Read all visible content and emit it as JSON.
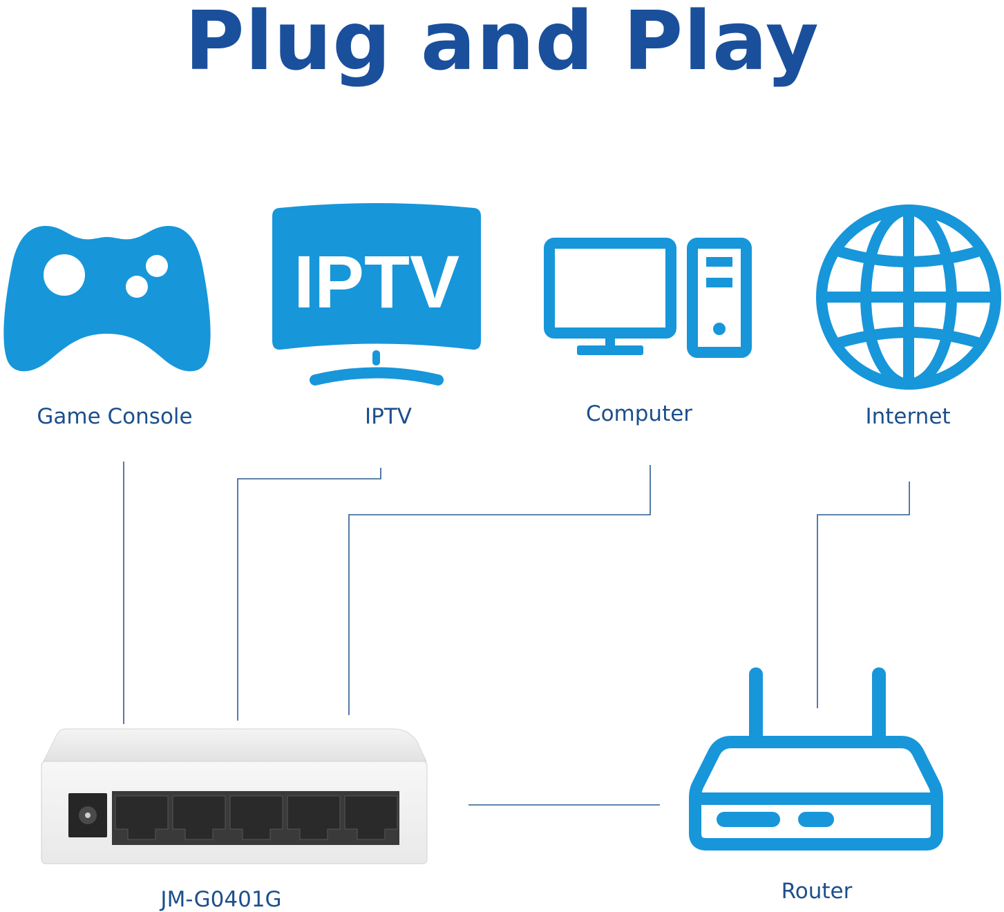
{
  "title": "Plug and Play",
  "colors": {
    "title": "#1a4f9c",
    "icon": "#1796da",
    "label": "#1c4f8c",
    "line": "#2a5a8f"
  },
  "devices": {
    "game_console": {
      "label": "Game Console",
      "icon": "gamepad-icon"
    },
    "iptv": {
      "label": "IPTV",
      "icon": "iptv-tv-icon",
      "screen_text": "IPTV"
    },
    "computer": {
      "label": "Computer",
      "icon": "desktop-computer-icon"
    },
    "internet": {
      "label": "Internet",
      "icon": "globe-icon"
    },
    "switch": {
      "label": "JM-G0401G",
      "icon": "ethernet-switch-image"
    },
    "router": {
      "label": "Router",
      "icon": "router-icon"
    }
  }
}
